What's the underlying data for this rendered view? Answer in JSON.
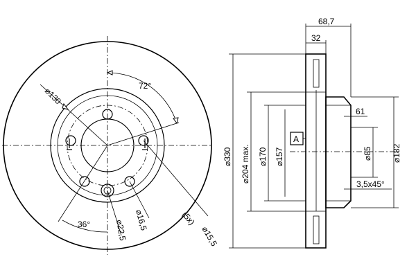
{
  "front_view": {
    "dims": {
      "hole_circle": "130",
      "pcd_angle": "72°",
      "bolt_angle": "36°",
      "bolt_dia": "16,5",
      "pin_dia": "22,5",
      "hole_count": "(5x)",
      "hole_dia": "15,5"
    }
  },
  "section_view": {
    "dims": {
      "overall_width": "68,7",
      "disc_width": "32",
      "outer_dia": "330",
      "max_dia": "204 max.",
      "dia_170": "170",
      "dia_157": "157",
      "datum": "A",
      "hub_height": "61",
      "center_bore": "85",
      "hat_dia": "182",
      "chamfer": "3,5x45°"
    }
  }
}
